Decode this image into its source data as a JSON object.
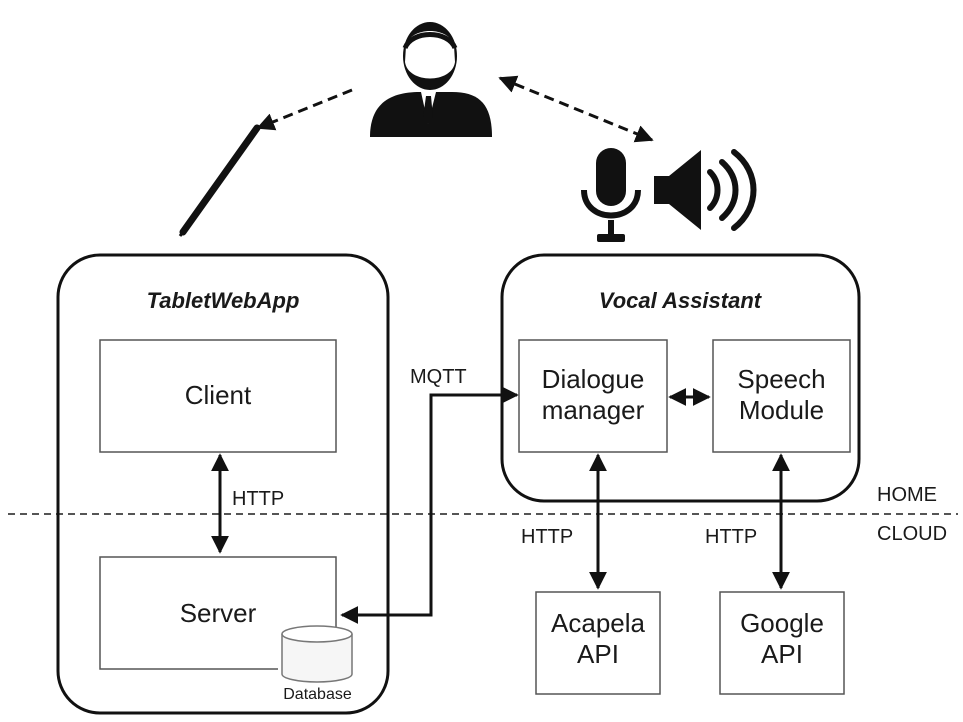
{
  "containers": {
    "tablet": {
      "title": "TabletWebApp"
    },
    "vocal": {
      "title": "Vocal Assistant"
    }
  },
  "nodes": {
    "client": "Client",
    "server": "Server",
    "database": "Database",
    "dialogue_manager": "Dialogue\nmanager",
    "speech_module": "Speech\nModule",
    "acapela_api": "Acapela\nAPI",
    "google_api": "Google\nAPI"
  },
  "edges": {
    "client_server": "HTTP",
    "mqtt": "MQTT",
    "dialogue_acapela": "HTTP",
    "speech_google": "HTTP"
  },
  "zones": {
    "home": "HOME",
    "cloud": "CLOUD"
  },
  "icons": {
    "user": "user-icon",
    "stylus": "stylus-icon",
    "microphone": "microphone-icon",
    "speaker": "speaker-icon",
    "database": "database-icon"
  }
}
